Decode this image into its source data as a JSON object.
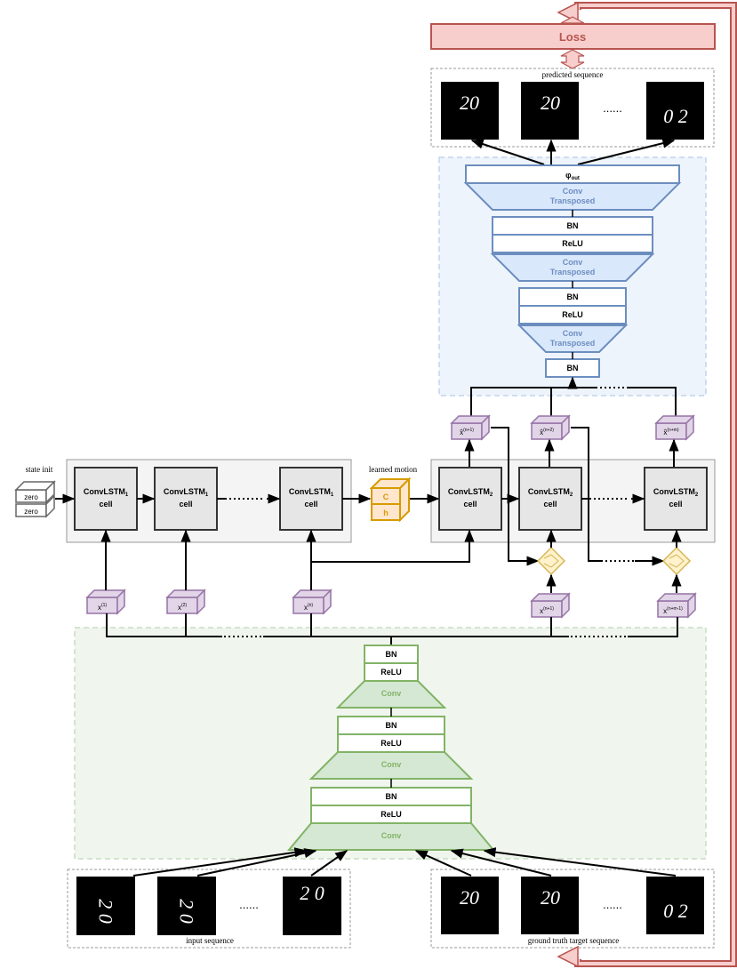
{
  "loss": {
    "label": "Loss"
  },
  "predicted": {
    "label": "predicted sequence",
    "ellipsis": "......",
    "frames": [
      "20",
      "20",
      "0 2"
    ]
  },
  "decoder": {
    "phi_base": "φ",
    "phi_sub": "out",
    "convT_line1": "Conv",
    "convT_line2": "Transposed",
    "bn": "BN",
    "relu": "ReLU"
  },
  "state_init": {
    "label": "state init",
    "zero": "zero"
  },
  "lstm1": {
    "name": "ConvLSTM",
    "sub": "1",
    "cell": "cell"
  },
  "lstm2": {
    "name": "ConvLSTM",
    "sub": "2",
    "cell": "cell"
  },
  "learned_motion": {
    "label": "learned motion",
    "c": "C",
    "h": "h"
  },
  "inputs_x": {
    "base": "x",
    "sup1": "(1)",
    "sup2": "(2)",
    "supn": "(n)",
    "supn1": "(n+1)",
    "supnm1": "(n+m-1)"
  },
  "outputs_xhat": {
    "base": "x̂",
    "sup1": "(n+1)",
    "sup2": "(n+2)",
    "sup3": "(n+m)"
  },
  "encoder": {
    "bn": "BN",
    "relu": "ReLU",
    "conv": "Conv"
  },
  "input_seq": {
    "label": "input sequence",
    "ellipsis": "......",
    "frames": [
      "2 0",
      "2 0",
      "2 0"
    ]
  },
  "gt_seq": {
    "label": "ground truth target sequence",
    "ellipsis": "......",
    "frames": [
      "20",
      "20",
      "0 2"
    ]
  },
  "colors": {
    "loss_fill": "#f8cecc",
    "loss_stroke": "#b85450",
    "blue_fill": "#dae8fc",
    "blue_stroke": "#6c8ebf",
    "blue_bg": "#eef4fc",
    "green_fill": "#d5e8d4",
    "green_stroke": "#82b366",
    "green_bg": "#f0f6ee",
    "purple_fill": "#e1d5e7",
    "purple_stroke": "#9673a6",
    "orange_fill": "#ffe6cc",
    "orange_stroke": "#d79b00",
    "yellow_fill": "#fff2cc",
    "yellow_stroke": "#d6b656"
  }
}
